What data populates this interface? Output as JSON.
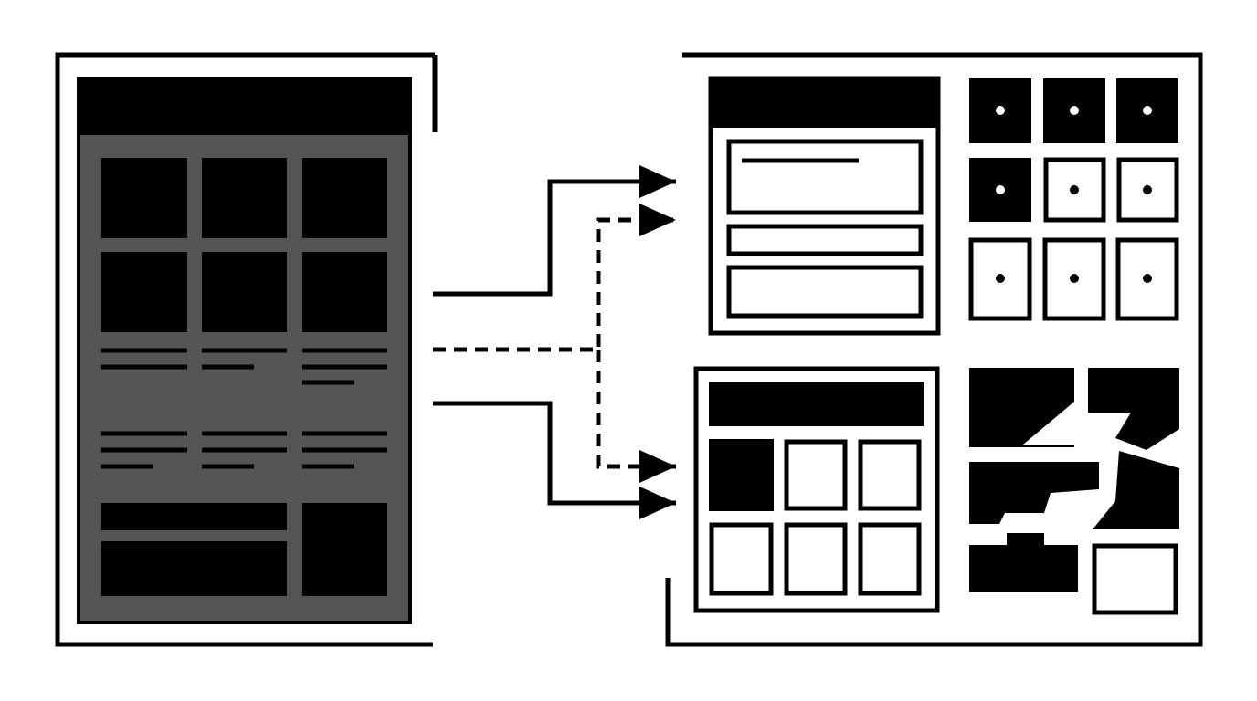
{
  "diagram": {
    "text": [],
    "colors": {
      "ink": "#000000",
      "paper": "#ffffff",
      "panel": "#555555"
    },
    "source": {
      "grid_rows": 2,
      "grid_cols": 3,
      "text_line_groups": 2,
      "bottom_blocks": 2
    },
    "connectors": [
      {
        "from": "source-panel",
        "to": "target-form-wireframe",
        "style": "solid",
        "arrow": "filled-triangle"
      },
      {
        "from": "source-panel",
        "to": "target-form-wireframe",
        "style": "dashed",
        "arrow": "filled-triangle"
      },
      {
        "from": "source-panel",
        "to": "target-grid-wireframe",
        "style": "dashed",
        "arrow": "filled-triangle"
      },
      {
        "from": "source-panel",
        "to": "target-grid-wireframe",
        "style": "solid",
        "arrow": "filled-triangle"
      }
    ],
    "targets": {
      "form_wireframe": {
        "fields": 3
      },
      "icon_grid": {
        "rows": 3,
        "cols": 3,
        "filled_cells": 4
      },
      "grid_wireframe": {
        "rows": 2,
        "cols": 3,
        "filled_cells": 1
      },
      "puzzle_pieces": 6
    }
  }
}
